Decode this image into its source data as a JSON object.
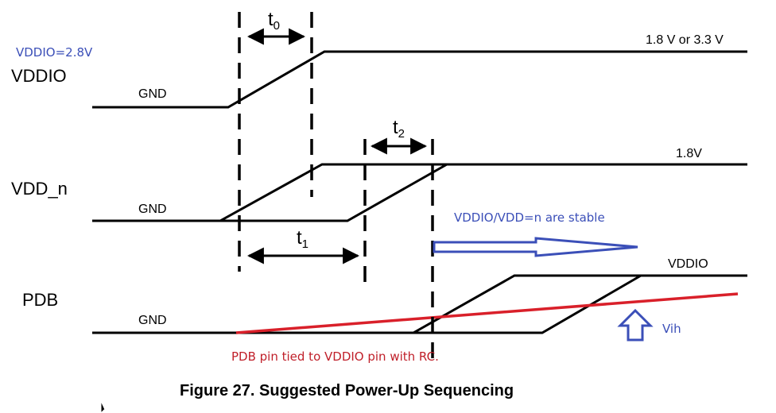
{
  "annotations": {
    "vddio_voltage": "VDDIO=2.8V",
    "stable_note": "VDDIO/VDD=n are stable",
    "rc_note": "PDB pin tied to VDDIO pin with RC.",
    "vih": "Vih"
  },
  "signals": {
    "vddio": {
      "name": "VDDIO",
      "low": "GND",
      "high": "1.8 V or 3.3 V"
    },
    "vdd_n": {
      "name": "VDD_n",
      "low": "GND",
      "high": "1.8V"
    },
    "pdb": {
      "name": "PDB",
      "low": "GND",
      "high": "VDDIO"
    }
  },
  "timing": {
    "t0": {
      "main": "t",
      "sub": "0"
    },
    "t1": {
      "main": "t",
      "sub": "1"
    },
    "t2": {
      "main": "t",
      "sub": "2"
    }
  },
  "caption": "Figure 27.  Suggested Power-Up Sequencing",
  "colors": {
    "blue": "#3b4fb8",
    "red": "#d9202a",
    "black": "#000000"
  }
}
